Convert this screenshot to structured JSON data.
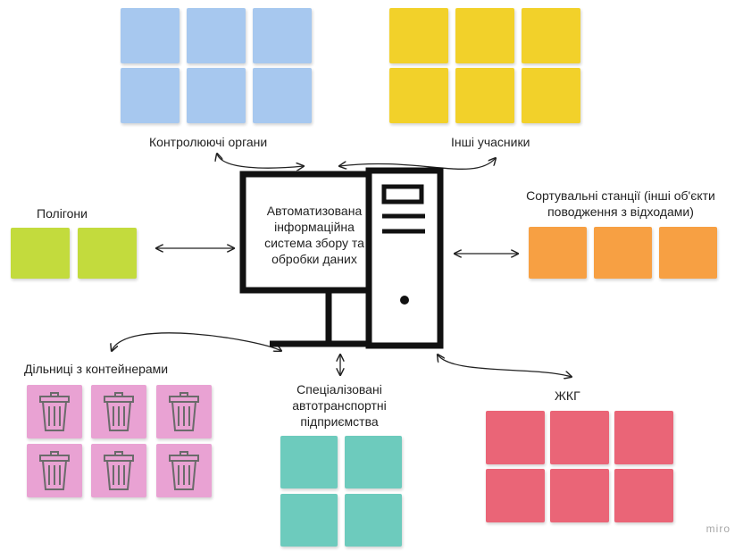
{
  "groups": {
    "control": {
      "label": "Контролюючі органи",
      "color": "#a7c8ef"
    },
    "others": {
      "label": "Інші учасники",
      "color": "#f2d12a"
    },
    "landfills": {
      "label": "Полігони",
      "color": "#c3db3d"
    },
    "sorting": {
      "label_line1": "Сортувальні станції (інші об'єкти",
      "label_line2": "поводження з відходами)",
      "color": "#f7a043"
    },
    "containers": {
      "label": "Дільниці з контейнерами",
      "color": "#e9a2d3",
      "icon": "trash-bin-icon"
    },
    "transport": {
      "label_line1": "Спеціалізовані",
      "label_line2": "автотранспортні",
      "label_line3": "підприємства",
      "color": "#6dcbbd"
    },
    "housing": {
      "label": "ЖКГ",
      "color": "#ea6577"
    }
  },
  "center": {
    "line1": "Автоматизована",
    "line2": "інформаційна",
    "line3": "система збору та",
    "line4": "обробки даних",
    "icon": "desktop-computer-icon"
  },
  "brand": "miro"
}
